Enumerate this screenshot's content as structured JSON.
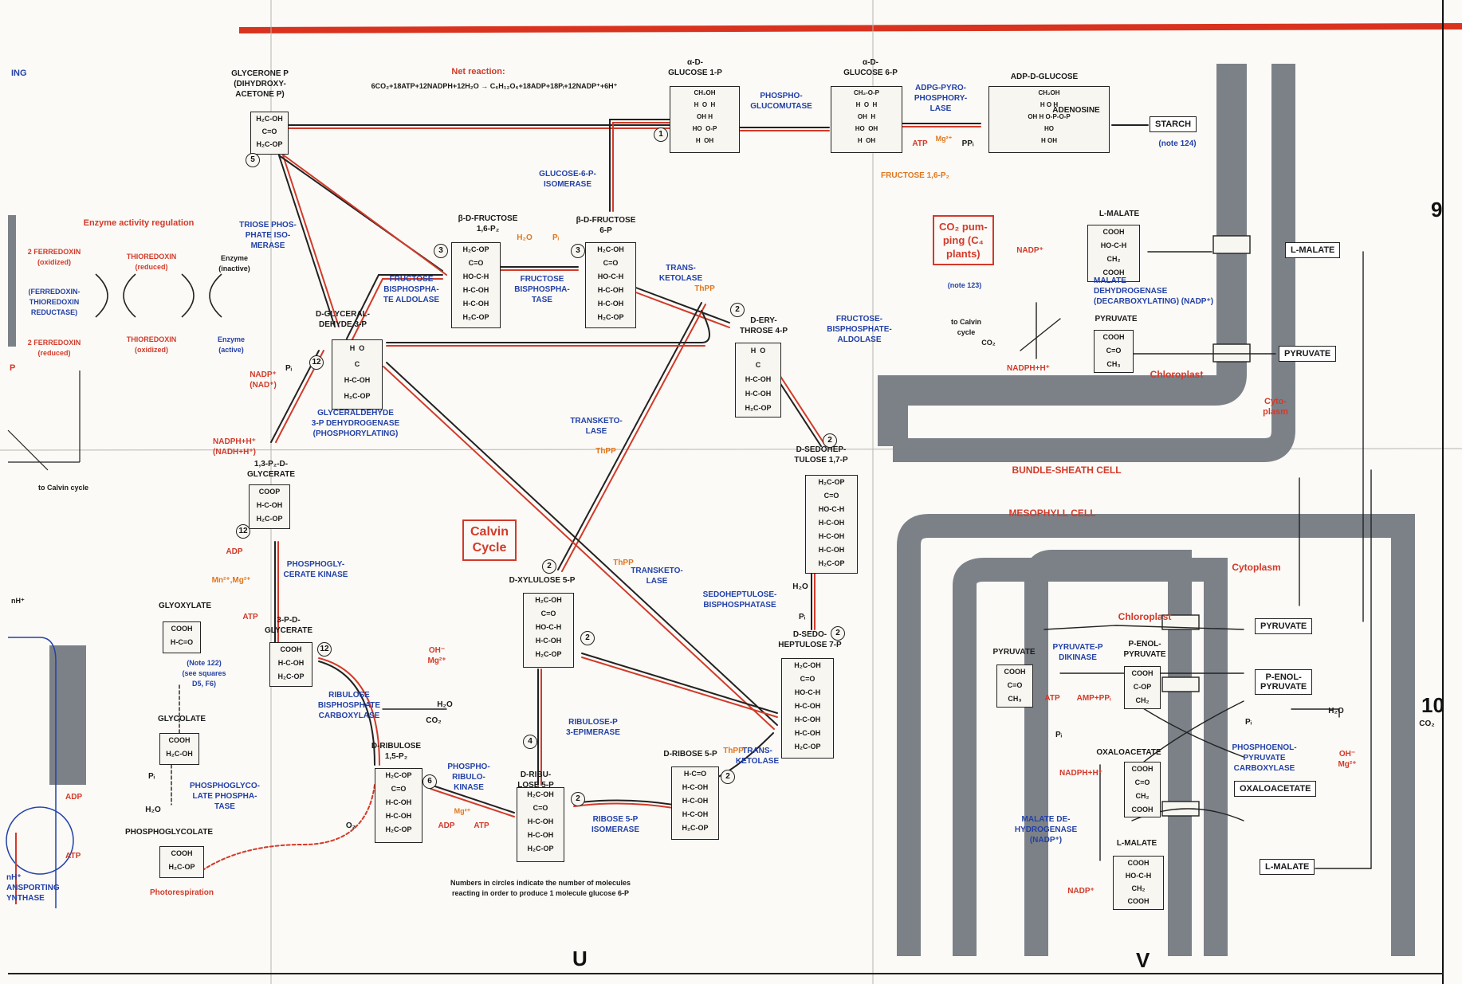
{
  "colors": {
    "accent_red": "#d23a2a",
    "enzyme_blue": "#2341a8",
    "cofactor_orange": "#e0761f",
    "membrane_gray": "#7c8188",
    "border_stripe": "#d9331f"
  },
  "grid": {
    "col_u": "U",
    "col_v": "V",
    "row_9": "9",
    "row_10": "10"
  },
  "header": {
    "net_reaction": "Net reaction:",
    "equation": "6CO₂+18ATP+12NADPH+12H₂O → C₆H₁₂O₆+18ADP+18Pᵢ+12NADP⁺+6H⁺"
  },
  "left_edge": {
    "ing": "ING",
    "p": "P",
    "p2": "P",
    "to_calvin": "to Calvin cycle",
    "nh_top": "nH⁺",
    "adp": "ADP",
    "atp": "ATP",
    "nh_bottom": "nH⁺\nANSPORTING\nYNTHASE"
  },
  "regulation": {
    "title": "Enzyme activity regulation",
    "ferredoxin_ox": "2 FERREDOXIN\n(oxidized)",
    "ferredoxin_reductase": "(FERREDOXIN-\nTHIOREDOXIN\nREDUCTASE)",
    "ferredoxin_red": "2 FERREDOXIN\n(reduced)",
    "thioredoxin_red": "THIOREDOXIN\n(reduced)",
    "thioredoxin_ox": "THIOREDOXIN\n(oxidized)",
    "enzyme_inactive": "Enzyme\n(inactive)",
    "enzyme_active": "Enzyme\n(active)"
  },
  "metabolites": {
    "glycerone": "GLYCERONE P\n(DIHYDROXY-\nACETONE P)",
    "glucose1p": "α-D-\nGLUCOSE 1-P",
    "glucose6p": "α-D-\nGLUCOSE 6-P",
    "adp_glucose": "ADP-D-GLUCOSE",
    "adenosine": "ADENOSINE",
    "starch": "STARCH",
    "note124": "(note 124)",
    "fructose_bp": "β-D-FRUCTOSE\n1,6-P₂",
    "fructose6p": "β-D-FRUCTOSE\n6-P",
    "glyceraldehyde": "D-GLYCERAL-\nDEHYDE 3-P",
    "erythrose": "D-ERY-\nTHROSE 4-P",
    "sedoheptulose_bp": "D-SEDOHEP-\nTULOSE 1,7-P",
    "sedoheptulose_7p": "D-SEDO-\nHEPTULOSE 7-P",
    "bisphosphoglycerate": "1,3-P₂-D-\nGLYCERATE",
    "phosphoglycerate": "3-P-D-\nGLYCERATE",
    "xylulose": "D-XYLULOSE 5-P",
    "ribulose5p": "D-RIBU-\nLOSE 5-P",
    "ribulose_bp": "D-RIBULOSE\n1,5-P₂",
    "ribose5p": "D-RIBOSE 5-P",
    "glyoxylate": "GLYOXYLATE",
    "glycolate": "GLYCOLATE",
    "phosphoglycolate": "PHOSPHOGLYCOLATE",
    "note122": "(Note 122)\n(see squares\nD5, F6)",
    "fructose_16p2_red": "FRUCTOSE 1,6-P₂"
  },
  "enzymes": {
    "phosphoglucomutase": "PHOSPHO-\nGLUCOMUTASE",
    "adpg": "ADPG-PYRO-\nPHOSPHORY-\nLASE",
    "g6p_isomerase": "GLUCOSE-6-P-\nISOMERASE",
    "triose_isomerase": "TRIOSE PHOS-\nPHATE ISO-\nMERASE",
    "fbp_aldolase": "FRUCTOSE\nBISPHOSPHA-\nTE ALDOLASE",
    "fbpase": "FRUCTOSE\nBISPHOSPHA-\nTASE",
    "transketolase1": "TRANS-\nKETOLASE",
    "fbp_aldolase2": "FRUCTOSE-\nBISPHOSPHATE-\nALDOLASE",
    "gapdh": "GLYCERALDEHYDE\n3-P DEHYDROGENASE\n(PHOSPHORYLATING)",
    "transketolase2": "TRANSKETO-\nLASE",
    "pgk": "PHOSPHOGLY-\nCERATE KINASE",
    "transketolase3": "TRANSKETO-\nLASE",
    "sbpase": "SEDOHEPTULOSE-\nBISPHOSPHATASE",
    "rubisco": "RIBULOSE\nBISPHOSPHATE\nCARBOXYLASE",
    "epimerase": "RIBULOSE-P\n3-EPIMERASE",
    "prk": "PHOSPHO-\nRIBULO-\nKINASE",
    "ribose_isomerase": "RIBOSE 5-P\nISOMERASE",
    "transketolase4": "TRANS-\nKETOLASE",
    "pg_phosphatase": "PHOSPHOGLYCO-\nLATE PHOSPHA-\nTASE"
  },
  "cofactors": {
    "atp_mg": "ATP",
    "mg": "Mg²⁺",
    "ppi": "PPᵢ",
    "h2o": "H₂O",
    "pi": "Pᵢ",
    "thpp": "ThPP",
    "nadp": "NADP⁺\n(NAD⁺)",
    "nadph": "NADPH+H⁺\n(NADH+H⁺)",
    "adp": "ADP",
    "mn_mg": "Mn²⁺,Mg²⁺",
    "atp": "ATP",
    "oh_mg": "OH⁻\nMg²⁺",
    "h2o_2": "H₂O",
    "co2": "CO₂",
    "o2": "O₂",
    "mg_prk": "Mg²⁺",
    "adp_prk": "ADP",
    "atp_prk": "ATP",
    "pi_2": "Pᵢ",
    "h2o_3": "H₂O",
    "pi_3": "Pᵢ",
    "pi_4": "Pᵢ"
  },
  "calvin": {
    "label": "Calvin\nCycle"
  },
  "footnote": "Numbers in circles indicate the number of molecules\nreacting in order to produce 1 molecule glucose 6-P",
  "photorespiration": "Photorespiration",
  "c4": {
    "box": "CO₂ pum-\nping (C₄\nplants)",
    "note123": "(note 123)",
    "l_malate": "L-MALATE",
    "l_malate_box": "L-MALATE",
    "nadp": "NADP⁺",
    "malic_enzyme": "MALATE\nDEHYDROGENASE\n(DECARBOXYLATING) (NADP⁺)",
    "to_calvin": "to Calvin\ncycle",
    "co2": "CO₂",
    "pyruvate": "PYRUVATE",
    "pyruvate_box": "PYRUVATE",
    "nadph": "NADPH+H⁺",
    "chloroplast": "Chloroplast",
    "cytoplasm": "Cyto-\nplasm",
    "bundle": "BUNDLE-SHEATH CELL",
    "mesophyll": "MESOPHYLL CELL",
    "cytoplasm2": "Cytoplasm",
    "chloroplast2": "Chloroplast",
    "pyruvate2": "PYRUVATE",
    "pyruvate3": "PYRUVATE",
    "ppdk": "PYRUVATE-P\nDIKINASE",
    "pep": "P-ENOL-\nPYRUVATE",
    "pep_box": "P-ENOL-\nPYRUVATE",
    "atp": "ATP",
    "amp": "AMP+PPᵢ",
    "pi": "Pᵢ",
    "pi2": "Pᵢ",
    "h2o": "H₂O",
    "co2_2": "CO₂",
    "pepc": "PHOSPHOENOL-\nPYRUVATE\nCARBOXYLASE",
    "oh_mg": "OH⁻\nMg²⁺",
    "oaa": "OXALOACETATE",
    "oaa_box": "OXALOACETATE",
    "nadph2": "NADPH+H⁺",
    "mdh": "MALATE DE-\nHYDROGENASE\n(NADP⁺)",
    "l_malate2": "L-MALATE",
    "l_malate_box2": "L-MALATE",
    "nadp2": "NADP⁺"
  },
  "structures": {
    "dhap": "H₂C-OH\nC=O\nH₂C-OP",
    "g1p": "CH₂OH\nH  O  H\nOH H\nHO  O-P\nH  OH",
    "g6p": "CH₂-O-P\nH  O  H\nOH  H\nHO  OH\nH  OH",
    "adpg": "CH₂OH\nH O H\nOH H O-P-O-P\nHO\nH OH",
    "fbp": "H₂C-OP\nC=O\nHO-C-H\nH-C-OH\nH-C-OH\nH₂C-OP",
    "f6p": "H₂C-OH\nC=O\nHO-C-H\nH-C-OH\nH-C-OH\nH₂C-OP",
    "gap": "H  O\nC\nH-C-OH\nH₂C-OP",
    "e4p": "H  O\nC\nH-C-OH\nH-C-OH\nH₂C-OP",
    "sbp": "H₂C-OP\nC=O\nHO-C-H\nH-C-OH\nH-C-OH\nH-C-OH\nH₂C-OP",
    "s7p": "H₂C-OH\nC=O\nHO-C-H\nH-C-OH\nH-C-OH\nH-C-OH\nH₂C-OP",
    "bpg": "COOP\nH-C-OH\nH₂C-OP",
    "pga": "COOH\nH-C-OH\nH₂C-OP",
    "xu5p": "H₂C-OH\nC=O\nHO-C-H\nH-C-OH\nH₂C-OP",
    "ru5p": "H₂C-OH\nC=O\nH-C-OH\nH-C-OH\nH₂C-OP",
    "rubp": "H₂C-OP\nC=O\nH-C-OH\nH-C-OH\nH₂C-OP",
    "r5p": "H-C=O\nH-C-OH\nH-C-OH\nH-C-OH\nH₂C-OP",
    "glyoxylate": "COOH\nH-C=O",
    "glycolate": "COOH\nH₂C-OH",
    "p_glycolate": "COOH\nH₂C-OP",
    "malate": "COOH\nHO-C-H\nCH₂\nCOOH",
    "pyruvate": "COOH\nC=O\nCH₃",
    "pyruvate2": "COOH\nC=O\nCH₃",
    "pep": "COOH\nC-OP\nCH₂",
    "oaa": "COOH\nC=O\nCH₂\nCOOH",
    "malate2": "COOH\nHO-C-H\nCH₂\nCOOH"
  },
  "stoich": {
    "c1": "1",
    "c5a": "5",
    "c3": "3",
    "c3b": "3",
    "c2a": "2",
    "c12a": "12",
    "c12b": "12",
    "c12c": "12",
    "c2b": "2",
    "c2c": "2",
    "c2d": "2",
    "c2e": "2",
    "c4": "4",
    "c6": "6",
    "c2f": "2",
    "c2g": "2",
    "c2h": "2"
  }
}
